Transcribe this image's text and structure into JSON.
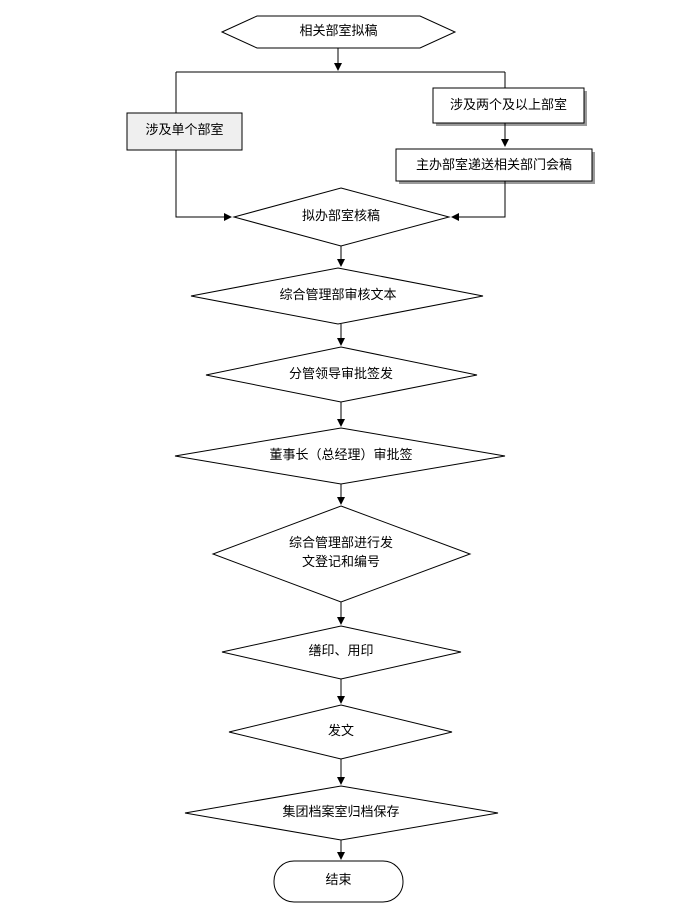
{
  "nodes": {
    "draft": "相关部室拟稿",
    "single_dept": "涉及单个部室",
    "multi_dept": "涉及两个及以上部室",
    "cosign": "主办部室递送相关部门会稿",
    "check": "拟办部室核稿",
    "admin_review": "综合管理部审核文本",
    "leader_sign": "分管领导审批签发",
    "chairman_sign": "董事长（总经理）审批签",
    "register_line1": "综合管理部进行发",
    "register_line2": "文登记和编号",
    "seal": "缮印、用印",
    "dispatch": "发文",
    "archive": "集团档案室归档保存",
    "end": "结束"
  }
}
